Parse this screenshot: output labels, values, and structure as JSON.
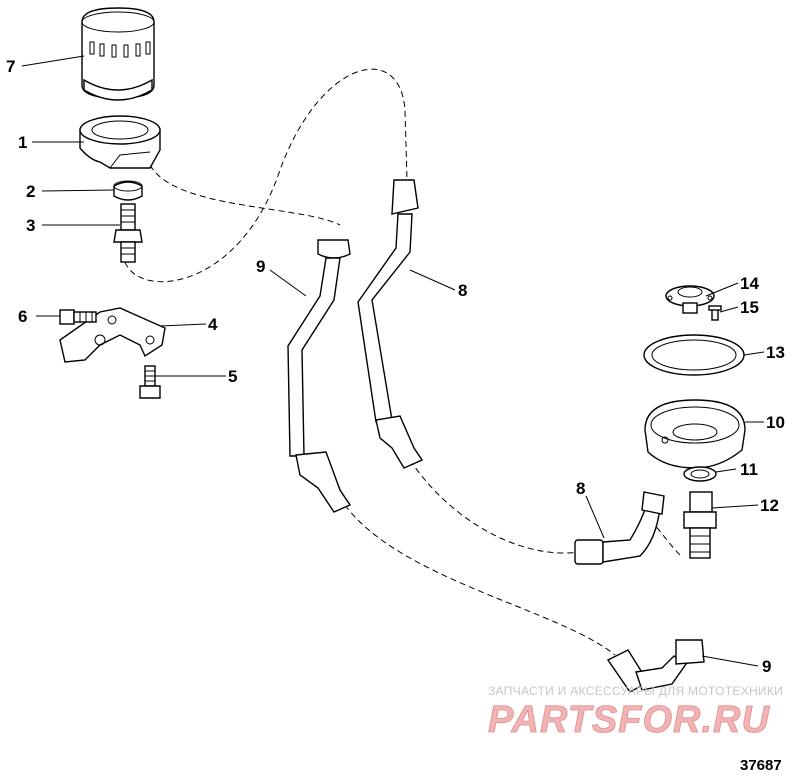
{
  "callouts": {
    "c1": "1",
    "c2": "2",
    "c3": "3",
    "c4": "4",
    "c5": "5",
    "c6": "6",
    "c7": "7",
    "c8a": "8",
    "c8b": "8",
    "c9a": "9",
    "c9b": "9",
    "c10": "10",
    "c11": "11",
    "c12": "12",
    "c13": "13",
    "c14": "14",
    "c15": "15"
  },
  "watermark": {
    "tagline": "ЗАПЧАСТИ И АКСЕССУАРЫ ДЛЯ МОТОТЕХНИКИ",
    "brand": "PARTSFOR.RU"
  },
  "figure_number": "37687"
}
